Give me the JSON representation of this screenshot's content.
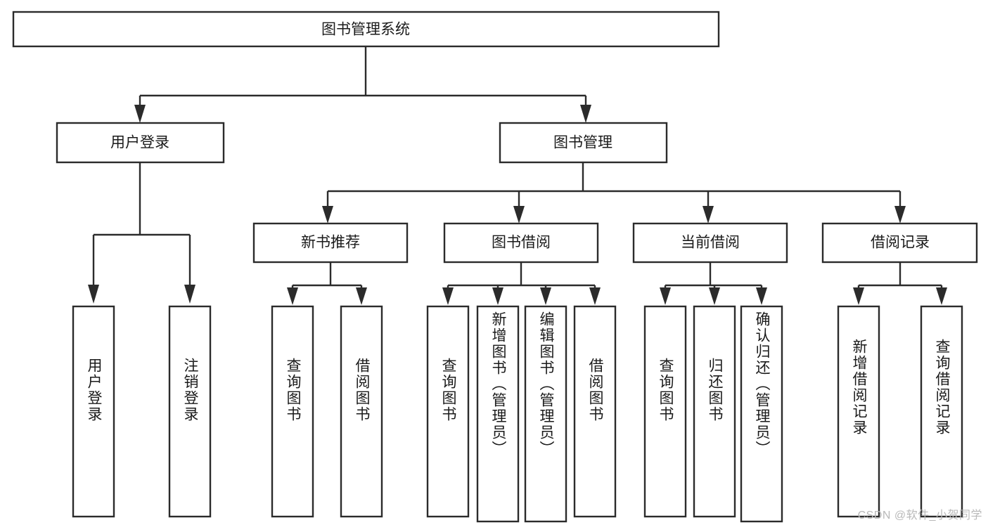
{
  "diagram": {
    "type": "tree-hierarchy",
    "title": "图书管理系统",
    "colors": {
      "box_stroke": "#2b2b2b",
      "box_fill": "#ffffff",
      "connector": "#2b2b2b",
      "text": "#1a1a1a",
      "watermark": "#b9b9b9",
      "background": "#ffffff"
    },
    "root": {
      "label": "图书管理系统"
    },
    "level2": [
      {
        "label": "用户登录"
      },
      {
        "label": "图书管理"
      }
    ],
    "level3": [
      {
        "label": "新书推荐"
      },
      {
        "label": "图书借阅"
      },
      {
        "label": "当前借阅"
      },
      {
        "label": "借阅记录"
      }
    ],
    "leaves": {
      "user_login": [
        {
          "label": "用户登录"
        },
        {
          "label": "注销登录"
        }
      ],
      "new_book_recommend": [
        {
          "label": "查询图书"
        },
        {
          "label": "借阅图书"
        }
      ],
      "book_borrow": [
        {
          "label": "查询图书"
        },
        {
          "label": "新增图书（管理员）"
        },
        {
          "label": "编辑图书（管理员）"
        },
        {
          "label": "借阅图书"
        }
      ],
      "current_borrow": [
        {
          "label": "查询图书"
        },
        {
          "label": "归还图书"
        },
        {
          "label": "确认归还（管理员）"
        }
      ],
      "borrow_record": [
        {
          "label": "新增借阅记录"
        },
        {
          "label": "查询借阅记录"
        }
      ]
    },
    "watermark": "CSDN @软件_小贺同学"
  }
}
